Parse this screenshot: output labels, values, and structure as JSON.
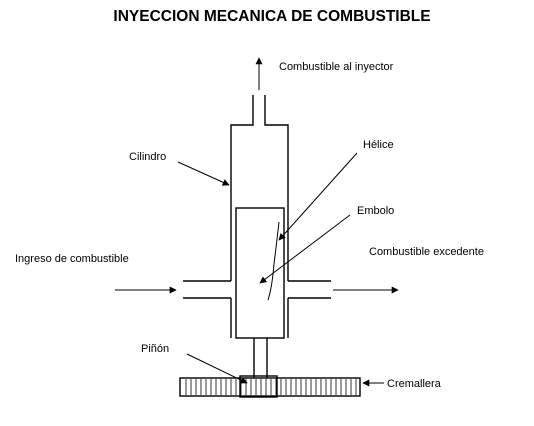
{
  "title": "INYECCION MECANICA DE COMBUSTIBLE",
  "labels": {
    "outlet": "Combustible al inyector",
    "cylinder": "Cilindro",
    "helix": "Hélice",
    "plunger": "Embolo",
    "excess": "Combustible excedente",
    "inlet": "Ingreso de combustible",
    "pinion": "Piñón",
    "rack": "Cremallera"
  }
}
